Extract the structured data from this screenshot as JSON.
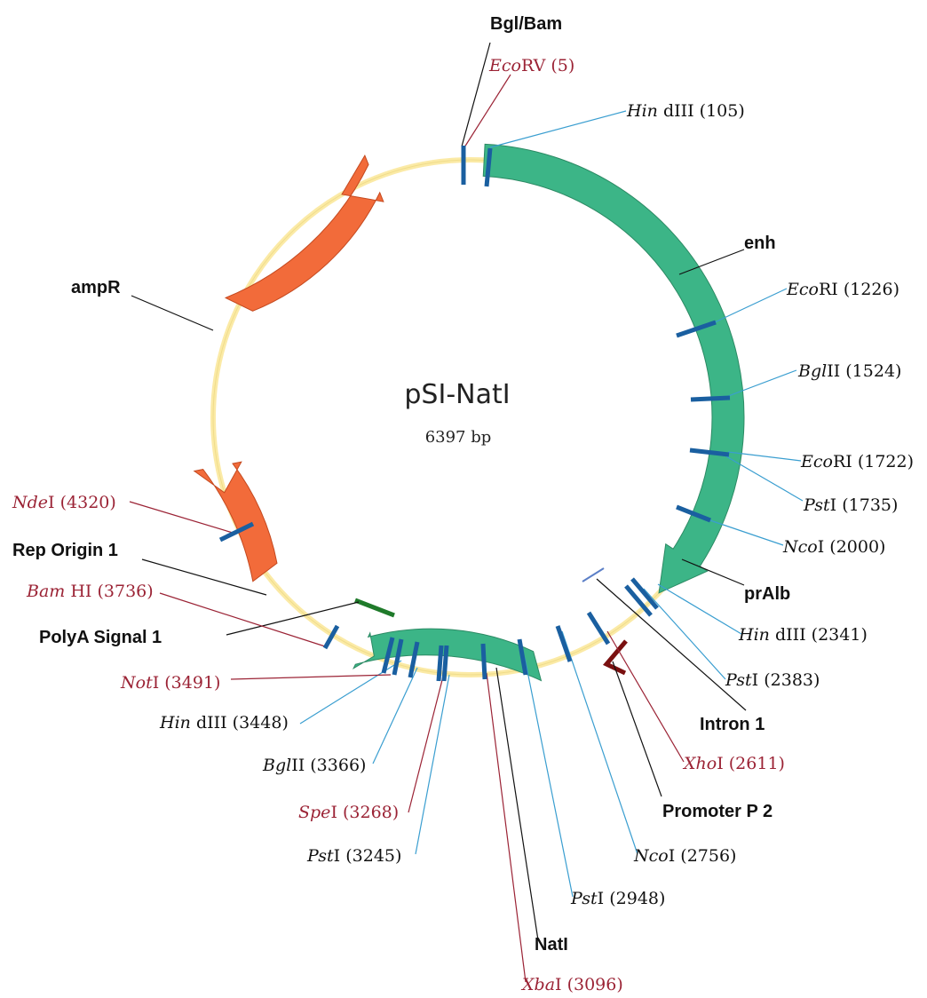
{
  "plasmid": {
    "name": "pSI-NatI",
    "size": "6397 bp"
  },
  "colors": {
    "backbone": "#fbeaa6",
    "forward_feature": "#3cb587",
    "ampR": "#f26b3a",
    "repOrigin": "#f26b3a",
    "site_marker": "#1a5fa0",
    "line_blue": "#3a9ed0",
    "line_red": "#9b2335",
    "line_black": "#111111",
    "text_red": "#9b2335",
    "text_black": "#111111",
    "polyA": "#1f7a2a",
    "promoter_arrow": "#7a1010"
  },
  "features": [
    {
      "id": "enh",
      "label": "enh"
    },
    {
      "id": "prAlb",
      "label": "prAlb"
    },
    {
      "id": "intron1",
      "label": "Intron 1"
    },
    {
      "id": "promoterP2",
      "label": "Promoter P 2"
    },
    {
      "id": "natI",
      "label": "NatI"
    },
    {
      "id": "polyA",
      "label": "PolyA Signal 1"
    },
    {
      "id": "repOrigin",
      "label": "Rep Origin 1"
    },
    {
      "id": "ampR",
      "label": "ampR"
    },
    {
      "id": "bglBam",
      "label": "Bgl/Bam"
    }
  ],
  "sites": [
    {
      "enzyme_i": "Eco",
      "enzyme_r": "RV",
      "pos": "(5)",
      "color": "red"
    },
    {
      "enzyme_i": "Hin",
      "enzyme_r": "dIII",
      "pos": "(105)",
      "color": "black"
    },
    {
      "enzyme_i": "Eco",
      "enzyme_r": "RI",
      "pos": "(1226)",
      "color": "black"
    },
    {
      "enzyme_i": "Bgl",
      "enzyme_r": "II",
      "pos": "(1524)",
      "color": "black"
    },
    {
      "enzyme_i": "Eco",
      "enzyme_r": "RI",
      "pos": "(1722)",
      "color": "black"
    },
    {
      "enzyme_i": "Pst",
      "enzyme_r": "I",
      "pos": "(1735)",
      "color": "black"
    },
    {
      "enzyme_i": "Nco",
      "enzyme_r": "I",
      "pos": "(2000)",
      "color": "black"
    },
    {
      "enzyme_i": "Hin",
      "enzyme_r": "dIII",
      "pos": "(2341)",
      "color": "black"
    },
    {
      "enzyme_i": "Pst",
      "enzyme_r": "I",
      "pos": "(2383)",
      "color": "black"
    },
    {
      "enzyme_i": "Xho",
      "enzyme_r": "I",
      "pos": "(2611)",
      "color": "red"
    },
    {
      "enzyme_i": "Nco",
      "enzyme_r": "I",
      "pos": "(2756)",
      "color": "black"
    },
    {
      "enzyme_i": "Pst",
      "enzyme_r": "I",
      "pos": "(2948)",
      "color": "black"
    },
    {
      "enzyme_i": "Xba",
      "enzyme_r": "I",
      "pos": "(3096)",
      "color": "red"
    },
    {
      "enzyme_i": "Pst",
      "enzyme_r": "I",
      "pos": "(3245)",
      "color": "black"
    },
    {
      "enzyme_i": "Spe",
      "enzyme_r": "I",
      "pos": "(3268)",
      "color": "red"
    },
    {
      "enzyme_i": "Bgl",
      "enzyme_r": "II",
      "pos": "(3366)",
      "color": "black"
    },
    {
      "enzyme_i": "Hin",
      "enzyme_r": "dIII",
      "pos": "(3448)",
      "color": "black"
    },
    {
      "enzyme_i": "Not",
      "enzyme_r": "I",
      "pos": "(3491)",
      "color": "red"
    },
    {
      "enzyme_i": "Bam",
      "enzyme_r": "HI",
      "pos": "(3736)",
      "color": "red"
    },
    {
      "enzyme_i": "Nde",
      "enzyme_r": "I",
      "pos": "(4320)",
      "color": "red"
    }
  ]
}
